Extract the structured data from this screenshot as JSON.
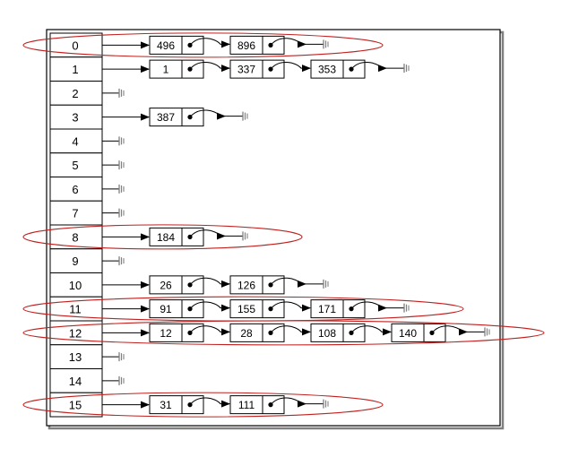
{
  "diagram": {
    "buckets": [
      {
        "index": "0",
        "chain": [
          "496",
          "896"
        ],
        "highlighted": true
      },
      {
        "index": "1",
        "chain": [
          "1",
          "337",
          "353"
        ],
        "highlighted": false
      },
      {
        "index": "2",
        "chain": [],
        "highlighted": false
      },
      {
        "index": "3",
        "chain": [
          "387"
        ],
        "highlighted": false
      },
      {
        "index": "4",
        "chain": [],
        "highlighted": false
      },
      {
        "index": "5",
        "chain": [],
        "highlighted": false
      },
      {
        "index": "6",
        "chain": [],
        "highlighted": false
      },
      {
        "index": "7",
        "chain": [],
        "highlighted": false
      },
      {
        "index": "8",
        "chain": [
          "184"
        ],
        "highlighted": true
      },
      {
        "index": "9",
        "chain": [],
        "highlighted": false
      },
      {
        "index": "10",
        "chain": [
          "26",
          "126"
        ],
        "highlighted": false
      },
      {
        "index": "11",
        "chain": [
          "91",
          "155",
          "171"
        ],
        "highlighted": true
      },
      {
        "index": "12",
        "chain": [
          "12",
          "28",
          "108",
          "140"
        ],
        "highlighted": true
      },
      {
        "index": "13",
        "chain": [],
        "highlighted": false
      },
      {
        "index": "14",
        "chain": [],
        "highlighted": false
      },
      {
        "index": "15",
        "chain": [
          "31",
          "111"
        ],
        "highlighted": true
      }
    ],
    "colors": {
      "line": "#000000",
      "node_fill": "#ffffff",
      "highlight": "#c0201e",
      "frame_shadow": "#808080",
      "ground": "#808080"
    }
  }
}
